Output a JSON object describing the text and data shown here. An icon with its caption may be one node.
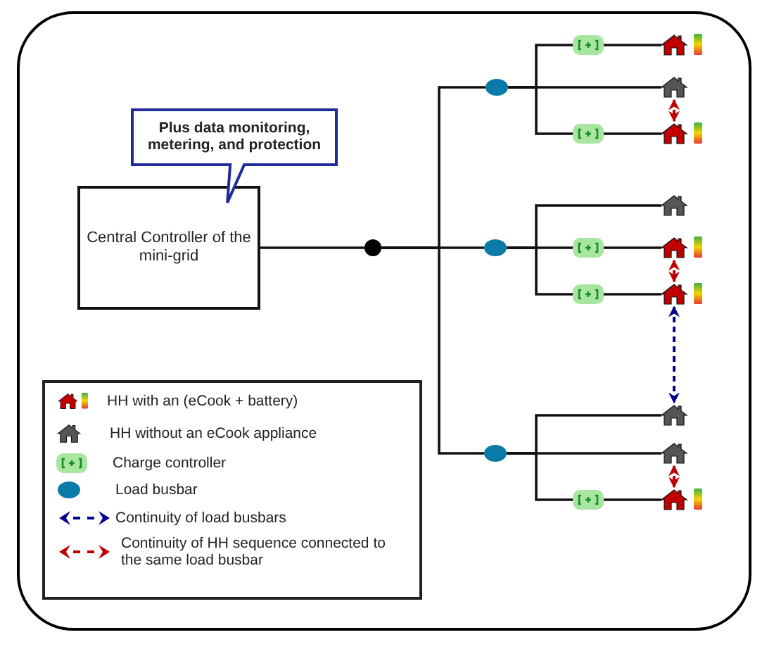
{
  "diagram": {
    "nodes": [
      {
        "text": [
          "Plus data monitoring, metering, and protection"
        ]
      },
      {
        "text": [
          "Central Controller of the mini-grid"
        ]
      },
      {
        "text": [],
        "shape": "circle"
      },
      {
        "text": [],
        "shape": "circle"
      },
      {
        "text": [],
        "shape": "circle"
      },
      {
        "text": [],
        "shape": "circle"
      },
      {
        "text": [],
        "shape": "box"
      },
      {
        "text": [],
        "shape": "house"
      },
      {
        "text": [],
        "shape": "house"
      },
      {
        "text": [],
        "shape": "box"
      },
      {
        "text": [],
        "shape": "house"
      },
      {
        "text": [],
        "shape": "house"
      },
      {
        "text": [],
        "shape": "box"
      },
      {
        "text": [],
        "shape": "house"
      },
      {
        "text": [],
        "shape": "box"
      },
      {
        "text": [],
        "shape": "house"
      },
      {
        "text": [],
        "shape": "house"
      },
      {
        "text": [],
        "shape": "house"
      },
      {
        "text": [],
        "shape": "box"
      },
      {
        "text": [],
        "shape": "house"
      }
    ],
    "edges": [
      {
        "from": 1,
        "to": 2,
        "arrow": "none"
      },
      {
        "from": 2,
        "to": 3,
        "arrow": "none"
      },
      {
        "from": 2,
        "to": 4,
        "arrow": "none"
      },
      {
        "from": 2,
        "to": 5,
        "arrow": "none"
      },
      {
        "from": 3,
        "to": 6,
        "arrow": "none"
      },
      {
        "from": 6,
        "to": 7,
        "arrow": "none"
      },
      {
        "from": 3,
        "to": 8,
        "arrow": "none"
      },
      {
        "from": 3,
        "to": 9,
        "arrow": "none"
      },
      {
        "from": 9,
        "to": 10,
        "arrow": "none"
      },
      {
        "from": 4,
        "to": 11,
        "arrow": "none"
      },
      {
        "from": 4,
        "to": 12,
        "arrow": "none"
      },
      {
        "from": 12,
        "to": 13,
        "arrow": "none"
      },
      {
        "from": 4,
        "to": 14,
        "arrow": "none"
      },
      {
        "from": 14,
        "to": 15,
        "arrow": "none"
      },
      {
        "from": 5,
        "to": 16,
        "arrow": "none"
      },
      {
        "from": 5,
        "to": 17,
        "arrow": "none"
      },
      {
        "from": 5,
        "to": 18,
        "arrow": "none"
      },
      {
        "from": 18,
        "to": 19,
        "arrow": "none"
      },
      {
        "from": 8,
        "to": 10,
        "arrow": "both",
        "style": "dashed",
        "color": "#c00000"
      },
      {
        "from": 13,
        "to": 15,
        "arrow": "both",
        "style": "dashed",
        "color": "#c00000"
      },
      {
        "from": 15,
        "to": 16,
        "arrow": "both",
        "style": "dashed",
        "color": "#00008b"
      },
      {
        "from": 17,
        "to": 19,
        "arrow": "both",
        "style": "dashed",
        "color": "#c00000"
      }
    ],
    "legend": [
      {
        "text": "HH with an (eCook + battery)"
      },
      {
        "text": "HH without an eCook appliance"
      },
      {
        "text": "Charge controller"
      },
      {
        "text": "Load busbar"
      },
      {
        "text": "Continuity of load busbars"
      },
      {
        "text": "Continuity of HH sequence connected to the same load busbar"
      }
    ]
  }
}
